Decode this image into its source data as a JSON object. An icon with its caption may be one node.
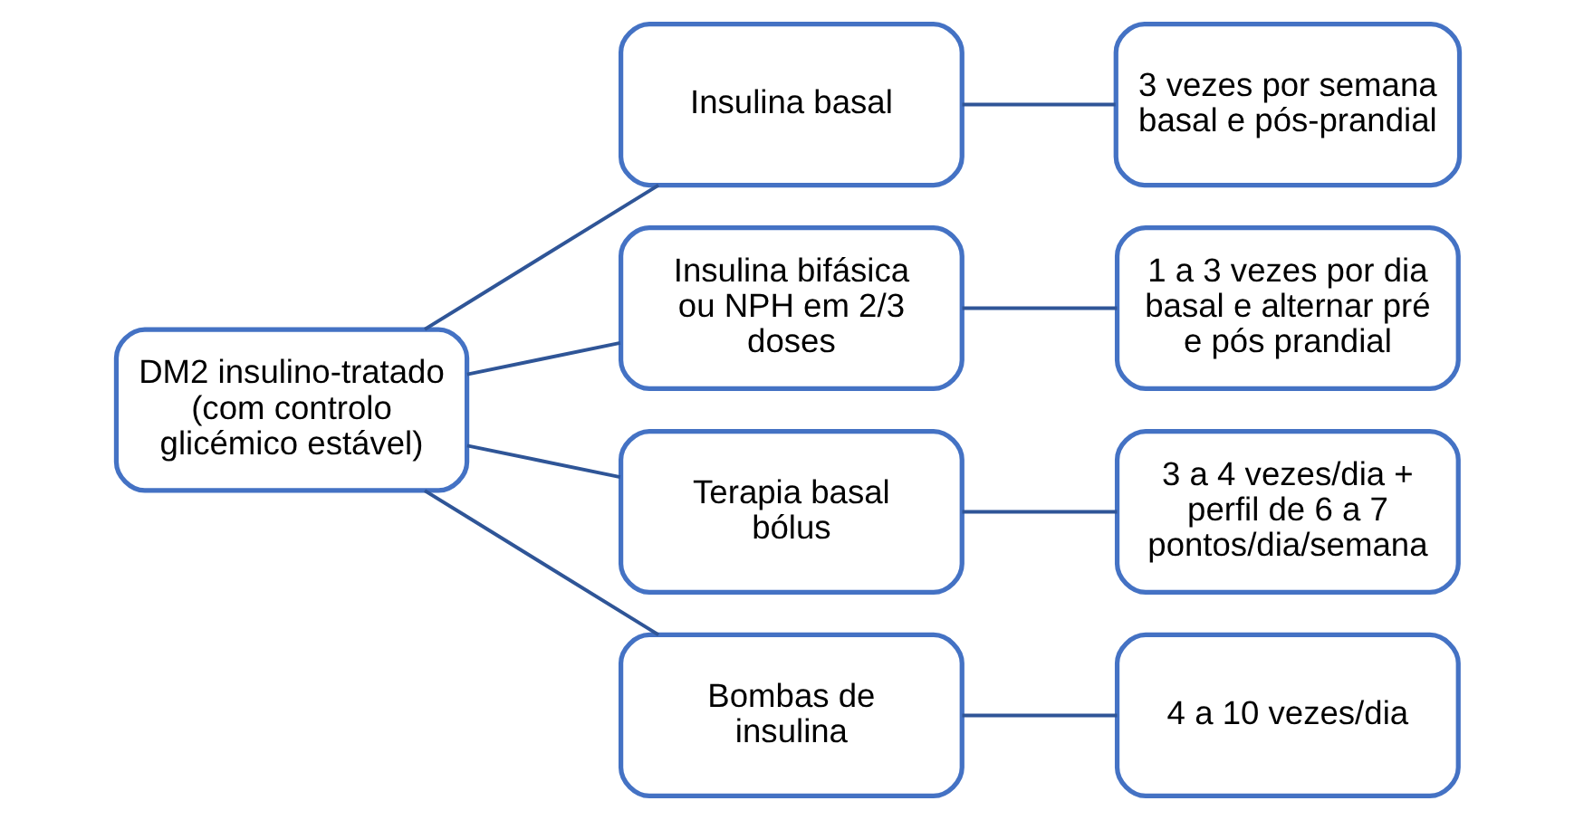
{
  "diagram": {
    "nodes": [
      {
        "text": [
          "DM2 insulino-tratado (com controlo glicémico estável)"
        ]
      },
      {
        "text": [
          "Insulina basal"
        ]
      },
      {
        "text": [
          "Insulina bifásica ou NPH em 2/3 doses"
        ]
      },
      {
        "text": [
          "Terapia basal bólus"
        ]
      },
      {
        "text": [
          "Bombas de insulina"
        ]
      },
      {
        "text": [
          "3 vezes por semana basal e pós-prandial"
        ]
      },
      {
        "text": [
          "1 a 3 vezes por dia basal e alternar pré e pós prandial"
        ]
      },
      {
        "text": [
          "3 a 4 vezes/dia + perfil de 6 a 7 pontos/dia/semana"
        ]
      },
      {
        "text": [
          "4 a 10 vezes/dia"
        ]
      }
    ],
    "edges": [
      {
        "from": 0,
        "to": 1,
        "arrow": "none"
      },
      {
        "from": 0,
        "to": 2,
        "arrow": "none"
      },
      {
        "from": 0,
        "to": 3,
        "arrow": "none"
      },
      {
        "from": 0,
        "to": 4,
        "arrow": "none"
      },
      {
        "from": 1,
        "to": 5,
        "arrow": "none"
      },
      {
        "from": 2,
        "to": 6,
        "arrow": "none"
      },
      {
        "from": 3,
        "to": 7,
        "arrow": "none"
      },
      {
        "from": 4,
        "to": 8,
        "arrow": "none"
      }
    ]
  }
}
